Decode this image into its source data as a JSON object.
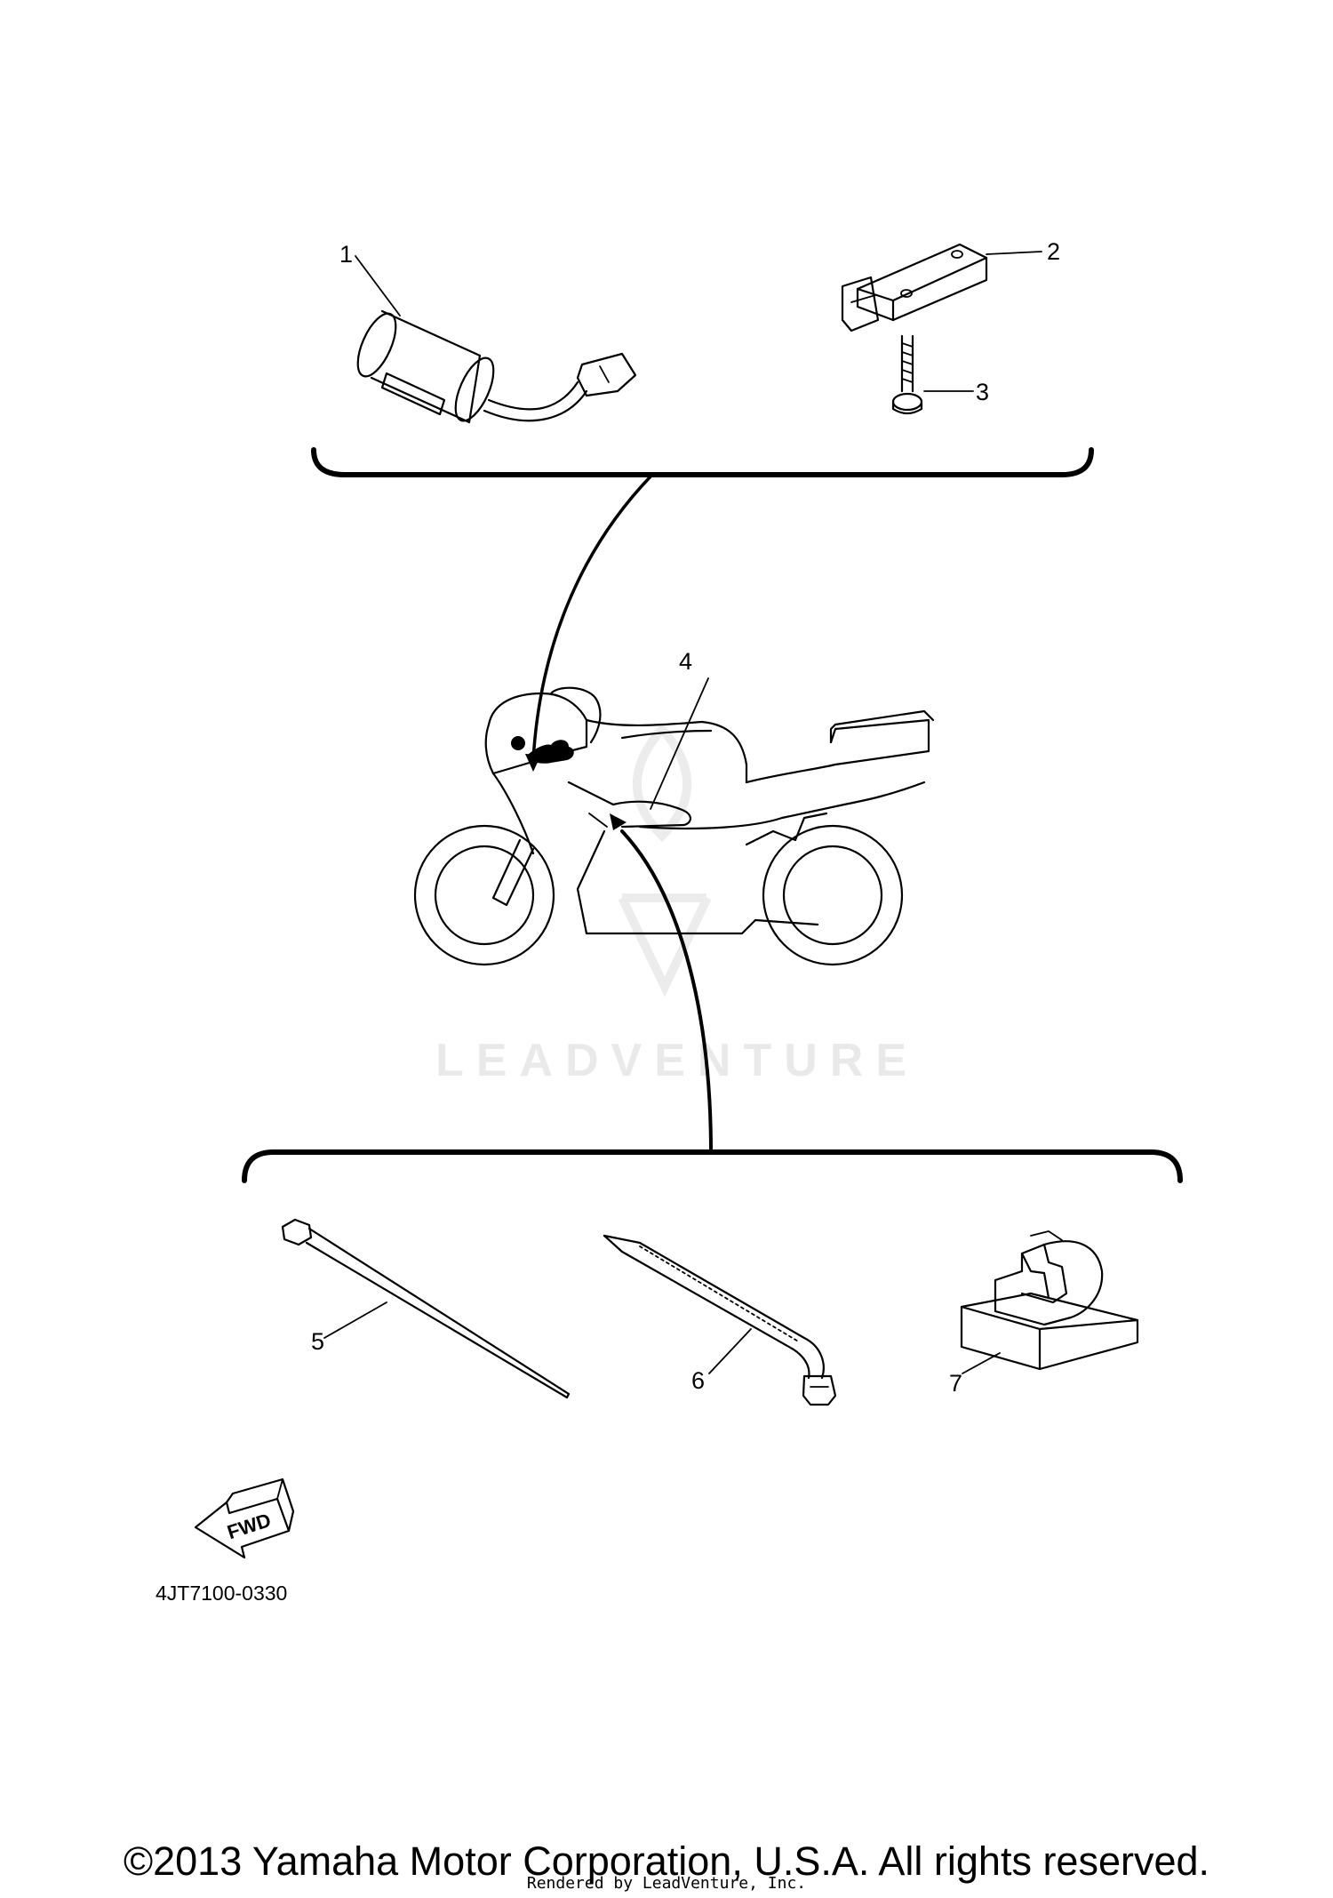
{
  "parts": [
    {
      "number": "1"
    },
    {
      "number": "2"
    },
    {
      "number": "3"
    },
    {
      "number": "4"
    },
    {
      "number": "5"
    },
    {
      "number": "6"
    },
    {
      "number": "7"
    }
  ],
  "fwd_label": "FWD",
  "part_code": "4JT7100-0330",
  "watermark_text": "LEADVENTURE",
  "copyright": "©2013 Yamaha Motor Corporation, U.S.A. All rights reserved.",
  "rendered_by": "Rendered by LeadVenture, Inc."
}
